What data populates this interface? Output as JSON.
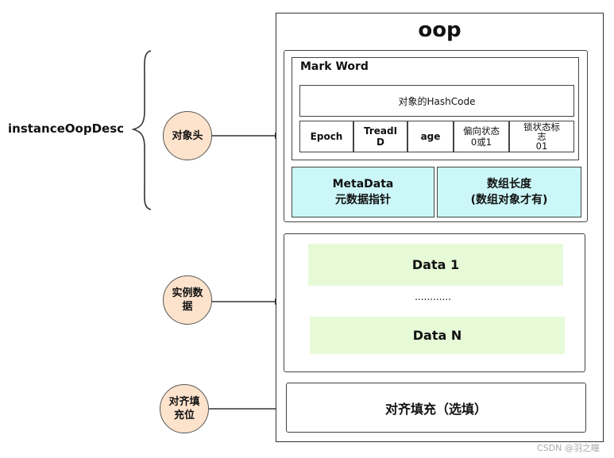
{
  "side_label": "instanceOopDesc",
  "title": "oop",
  "object_header": {
    "label": "对象头",
    "mark_word": {
      "title": "Mark Word",
      "hashcode": "对象的HashCode",
      "cells": {
        "epoch": "Epoch",
        "thread_line1": "TreadI",
        "thread_line2": "D",
        "age": "age",
        "bias_line1": "偏向状态",
        "bias_line2": "0或1",
        "lock_line1": "锁状态标",
        "lock_line2": "志",
        "lock_line3": "01"
      }
    },
    "metadata": {
      "line1": "MetaData",
      "line2": "元数据指针"
    },
    "array_length": {
      "line1": "数组长度",
      "line2": "(数组对象才有)"
    }
  },
  "instance_data": {
    "label_line1": "实例数",
    "label_line2": "据",
    "first": "Data 1",
    "ellipsis": "............",
    "last": "Data N"
  },
  "padding": {
    "label_line1": "对齐填",
    "label_line2": "充位",
    "box": "对齐填充（选填）"
  },
  "watermark": "CSDN @羽之瞳",
  "colors": {
    "circle_fill": "#fde3cc",
    "cyan_fill": "#ccf7f9",
    "green_fill": "#e6fad7",
    "stroke": "#333333"
  }
}
